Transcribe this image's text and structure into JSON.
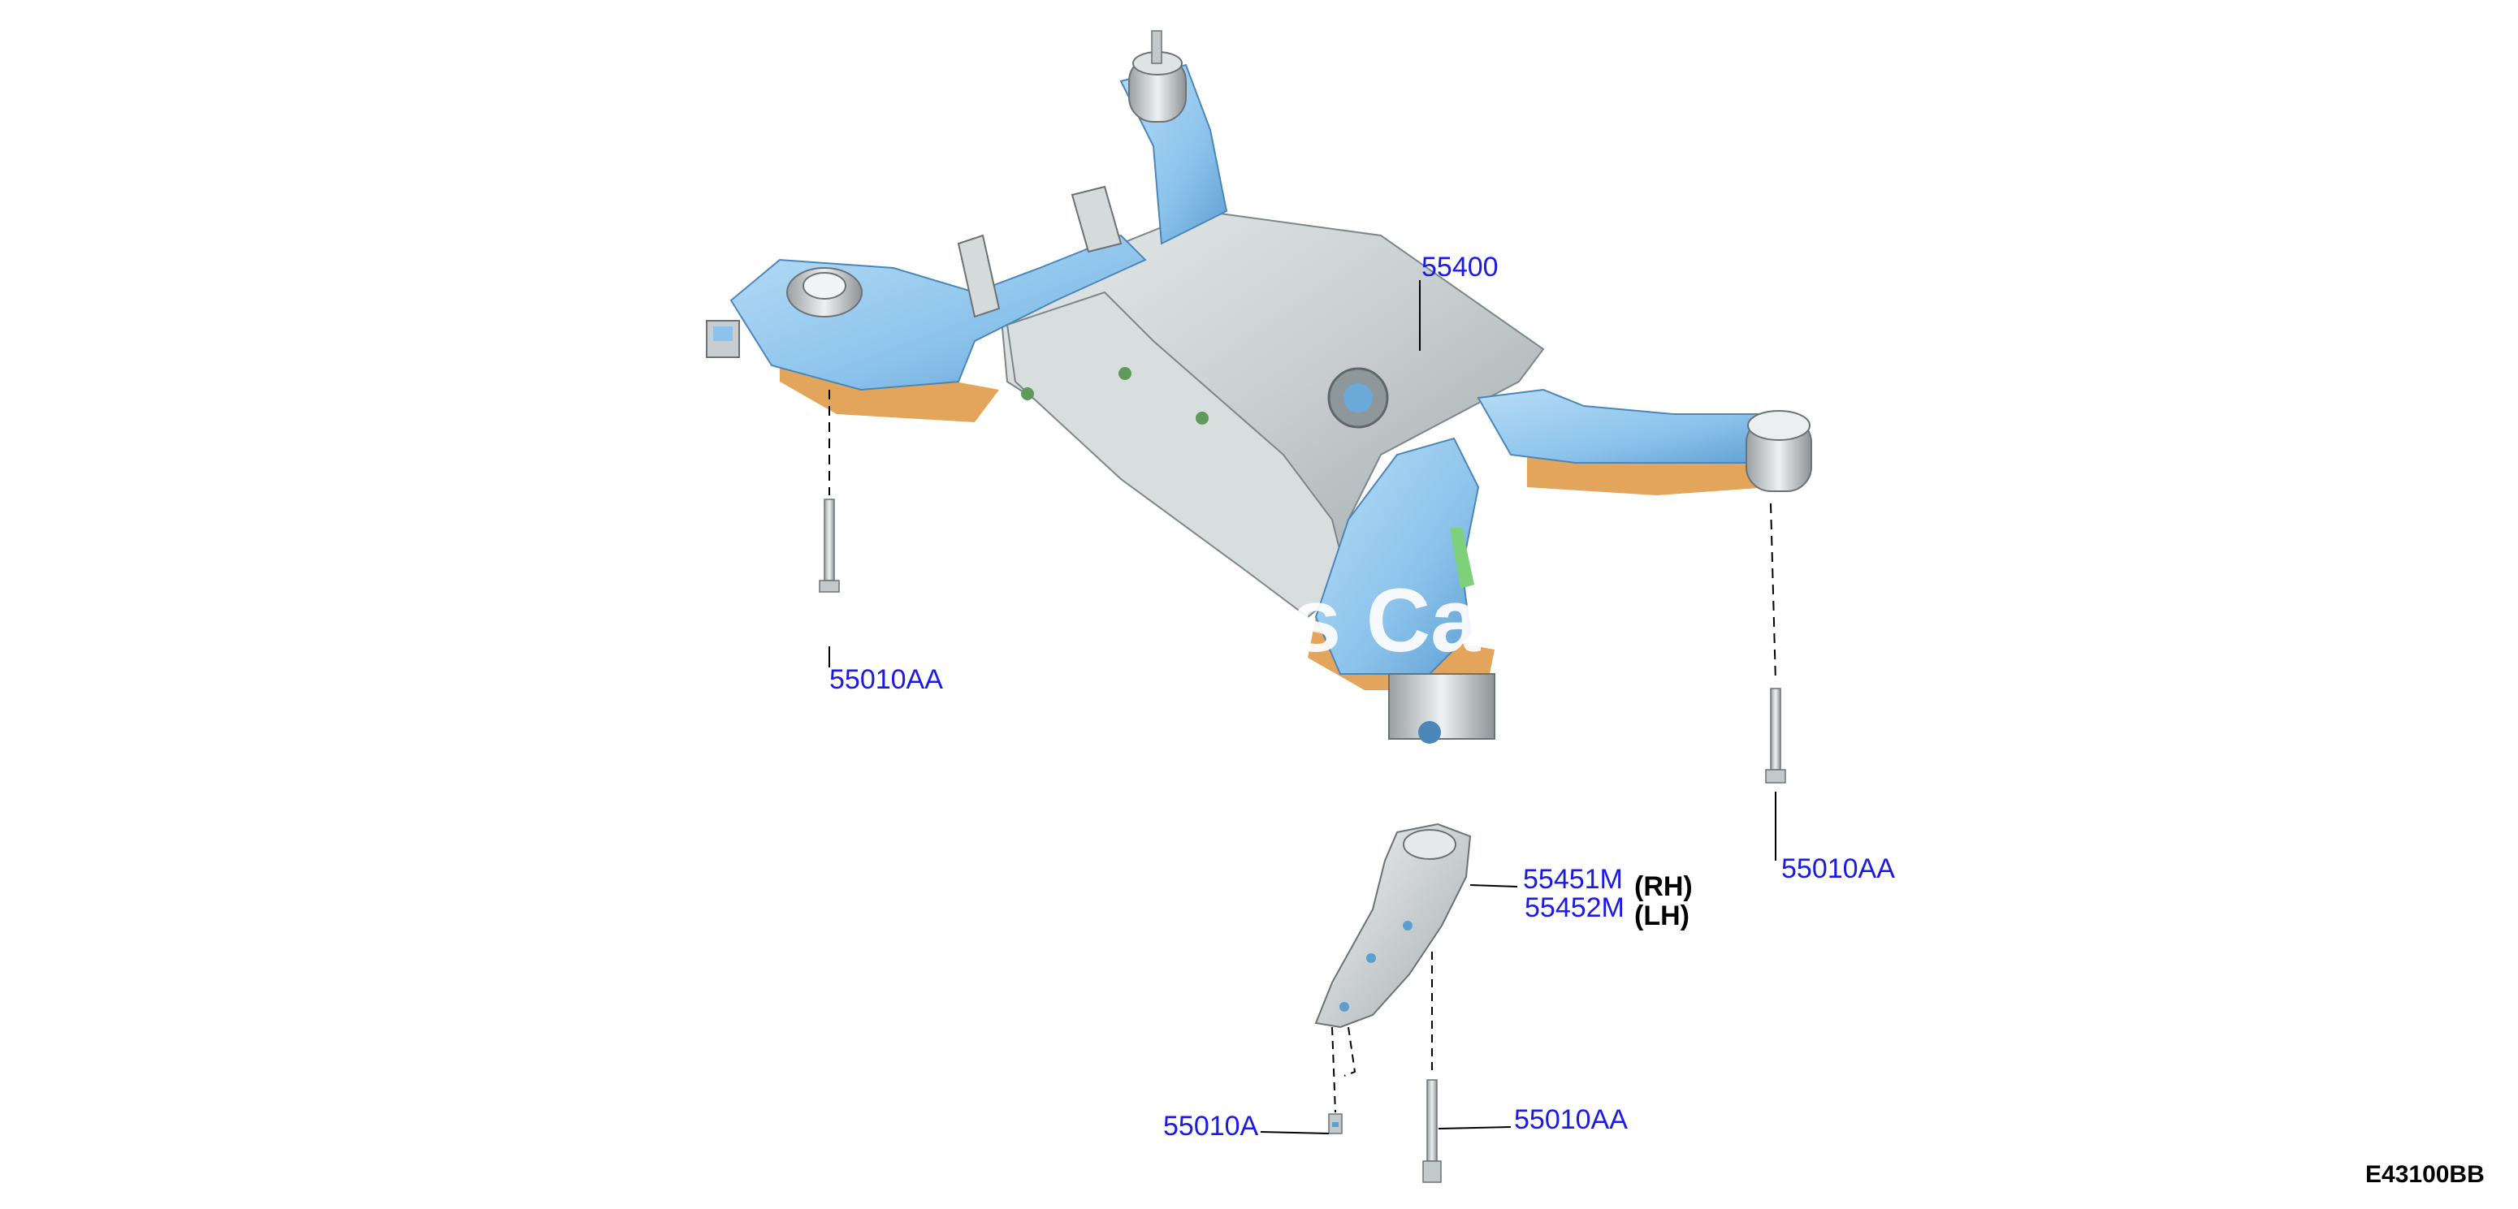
{
  "diagram": {
    "watermark": "s Ca",
    "code": "E43100BB",
    "callouts": {
      "crossmember": "55400",
      "bolt_left": "55010AA",
      "bolt_right": "55010AA",
      "bracket_rh": "55451M",
      "bracket_lh": "55452M",
      "rh": "(RH)",
      "lh": "(LH)",
      "small_bolt": "55010A",
      "bracket_bolt": "55010AA"
    },
    "colors": {
      "label_blue": "#1a1ae6",
      "arm_blue": "#8cc3ec",
      "body_gray": "#c9cfd1",
      "underside_orange": "#e3a45b"
    }
  }
}
